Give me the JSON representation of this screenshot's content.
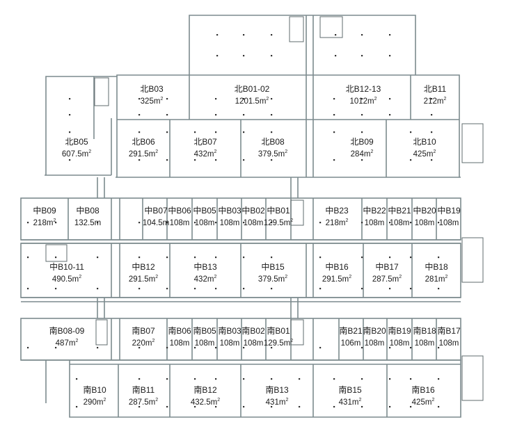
{
  "plan": {
    "units": [
      {
        "name": "北B03",
        "area": "325m",
        "sup": "2"
      },
      {
        "name": "北B01-02",
        "area": "1201.5m",
        "sup": "2"
      },
      {
        "name": "北B12-13",
        "area": "1012m",
        "sup": "2"
      },
      {
        "name": "北B11",
        "area": "212m",
        "sup": "2"
      },
      {
        "name": "北B05",
        "area": "607.5m",
        "sup": "2"
      },
      {
        "name": "北B06",
        "area": "291.5m",
        "sup": "2"
      },
      {
        "name": "北B07",
        "area": "432m",
        "sup": "2"
      },
      {
        "name": "北B08",
        "area": "379.5m",
        "sup": "2"
      },
      {
        "name": "北B09",
        "area": "284m",
        "sup": "2"
      },
      {
        "name": "北B10",
        "area": "425m",
        "sup": "2"
      },
      {
        "name": "中B09",
        "area": "218m",
        "sup": "2"
      },
      {
        "name": "中B08",
        "area": "132.5m",
        "sup": ""
      },
      {
        "name": "中B07",
        "area": "104.5m",
        "sup": ""
      },
      {
        "name": "中B06",
        "area": "108m",
        "sup": ""
      },
      {
        "name": "中B05",
        "area": "108m",
        "sup": ""
      },
      {
        "name": "中B03",
        "area": "108m",
        "sup": ""
      },
      {
        "name": "中B02",
        "area": "108m",
        "sup": ""
      },
      {
        "name": "中B01",
        "area": "129.5m",
        "sup": "2"
      },
      {
        "name": "中B23",
        "area": "218m",
        "sup": "2"
      },
      {
        "name": "中B22",
        "area": "108m",
        "sup": ""
      },
      {
        "name": "中B21",
        "area": "108m",
        "sup": ""
      },
      {
        "name": "中B20",
        "area": "108m",
        "sup": ""
      },
      {
        "name": "中B19",
        "area": "108m",
        "sup": ""
      },
      {
        "name": "中B10-11",
        "area": "490.5m",
        "sup": "2"
      },
      {
        "name": "中B12",
        "area": "291.5m",
        "sup": "2"
      },
      {
        "name": "中B13",
        "area": "432m",
        "sup": "2"
      },
      {
        "name": "中B15",
        "area": "379.5m",
        "sup": "2"
      },
      {
        "name": "中B16",
        "area": "291.5m",
        "sup": "2"
      },
      {
        "name": "中B17",
        "area": "287.5m",
        "sup": "2"
      },
      {
        "name": "中B18",
        "area": "281m",
        "sup": "2"
      },
      {
        "name": "南B08-09",
        "area": "487m",
        "sup": "2"
      },
      {
        "name": "南B07",
        "area": "220m",
        "sup": "2"
      },
      {
        "name": "南B06",
        "area": "108m",
        "sup": ""
      },
      {
        "name": "南B05",
        "area": "108m",
        "sup": ""
      },
      {
        "name": "南B03",
        "area": "108m",
        "sup": ""
      },
      {
        "name": "南B02",
        "area": "108m",
        "sup": ""
      },
      {
        "name": "南B01",
        "area": "129.5m",
        "sup": "2"
      },
      {
        "name": "南B21",
        "area": "106m",
        "sup": ""
      },
      {
        "name": "南B20",
        "area": "108m",
        "sup": ""
      },
      {
        "name": "南B19",
        "area": "108m",
        "sup": ""
      },
      {
        "name": "南B18",
        "area": "108m",
        "sup": ""
      },
      {
        "name": "南B17",
        "area": "108m",
        "sup": ""
      },
      {
        "name": "南B10",
        "area": "290m",
        "sup": "2"
      },
      {
        "name": "南B11",
        "area": "287.5m",
        "sup": "2"
      },
      {
        "name": "南B12",
        "area": "432.5m",
        "sup": "2"
      },
      {
        "name": "南B13",
        "area": "431m",
        "sup": "2"
      },
      {
        "name": "南B15",
        "area": "431m",
        "sup": "2"
      },
      {
        "name": "南B16",
        "area": "425m",
        "sup": "2"
      }
    ]
  }
}
